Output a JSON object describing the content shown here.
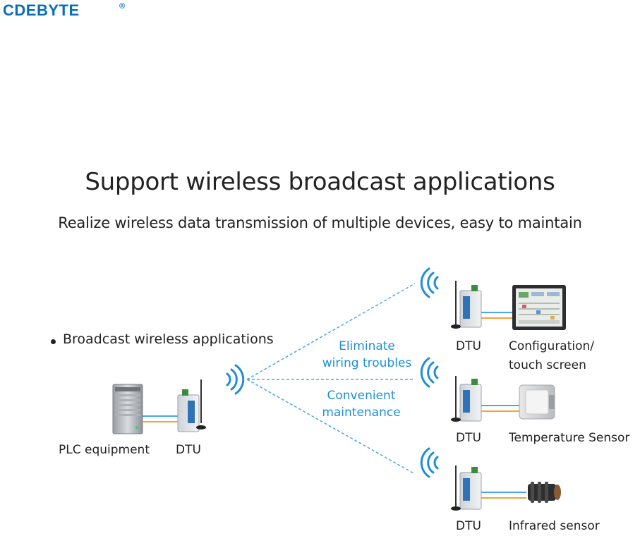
{
  "brand": {
    "name": "CDEBYTE",
    "mark": "®"
  },
  "title": "Support wireless broadcast applications",
  "subtitle": "Realize wireless data transmission of multiple devices, easy to maintain",
  "bullet": "Broadcast wireless applications",
  "left_group": {
    "plc_label": "PLC equipment",
    "dtu_label": "DTU"
  },
  "link_notes": {
    "upper": [
      "Eliminate",
      "wiring troubles"
    ],
    "lower": [
      "Convenient",
      "maintenance"
    ]
  },
  "receivers": [
    {
      "dtu_label": "DTU",
      "device_label": [
        "Configuration/",
        "touch screen"
      ],
      "device_icon": "touch-screen-icon"
    },
    {
      "dtu_label": "DTU",
      "device_label": [
        "Temperature Sensor"
      ],
      "device_icon": "temperature-sensor-icon"
    },
    {
      "dtu_label": "DTU",
      "device_label": [
        "Infrared sensor"
      ],
      "device_icon": "infrared-sensor-icon"
    }
  ],
  "colors": {
    "brand": "#0a6db8",
    "signal": "#1e8fd6",
    "wire_blue": "#4aa8e8",
    "wire_orange": "#f2a23a"
  }
}
